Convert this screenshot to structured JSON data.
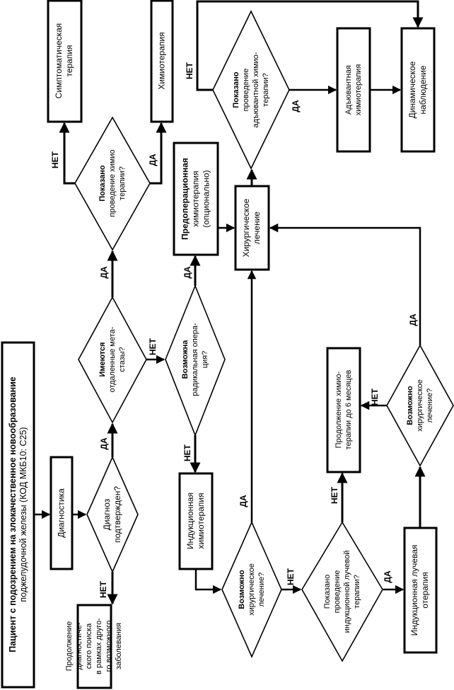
{
  "diagram": {
    "title": "Алгоритм лечения пациента с подозрением на злокачественное новообразование поджелудочной железы",
    "nodes": {
      "start": "Пациент с подозрением на злокачественное новообразование\nподжелудочной железы (КОД МКБ10: C25)",
      "diagnostics": "Диагностика",
      "diag_confirmed": "Диагноз\nподтвержден?",
      "continue_search": "Продолжение\nдиагностиче-\nского поиска\nв рамках друго-\nго возможного\nзаболевания",
      "metastases": "Имеются\nотдаленные мета-\nстазы?",
      "chemo_indicated": "Показано\nпроведение химио\nтерапии?",
      "symptomatic": "Симптоматическая\nтерапия",
      "chemotherapy": "Химиотерапия",
      "radical_possible": "Возможна\nрадикальная опера-\nция?",
      "preop_chemo": "Предоперационная\nхимиотерапия\n(опционально)",
      "induction_chemo": "Индукционная\nхимиотерапия",
      "surgery": "Хирургическое\nлечение",
      "adjuvant_indicated": "Показано\nпроведение\nадъювантной химио-\nтерапии?",
      "adjuvant_chemo": "Адъювантная\nхимиотерапия",
      "follow_up": "Динамическое\nнаблюдение",
      "surgery_possible_1": "Возможно\nхирургическое\nлечение?",
      "induction_rt_indicated": "Показано\nпроведение\nиндукционной лучевой\nтерапии?",
      "continue_chemo": "Продолжение химио-\nтерапии до 6 месяцев",
      "induction_rt": "Индукционная лучевая\nотерапия",
      "surgery_possible_2": "Возможно\nхирургическое\nлечение?"
    },
    "labels": {
      "yes": "ДА",
      "no": "НЕТ"
    }
  }
}
